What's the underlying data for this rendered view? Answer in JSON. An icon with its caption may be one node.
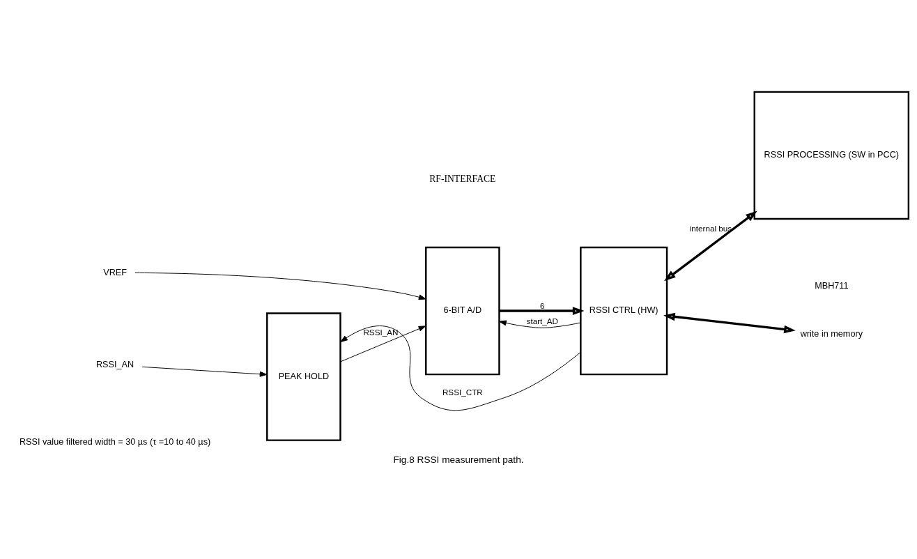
{
  "diagram": {
    "title": "RF-INTERFACE",
    "caption": "Fig.8 RSSI measurement path.",
    "nodes": [
      {
        "text": [
          "VREF"
        ]
      },
      {
        "text": [
          "RSSI_AN"
        ]
      },
      {
        "text": [
          "PEAK HOLD"
        ]
      },
      {
        "text": [
          "6-BIT A/D"
        ]
      },
      {
        "text": [
          "RSSI CTRL (HW)"
        ]
      },
      {
        "text": [
          "RSSI PROCESSING (SW in PCC)"
        ]
      },
      {
        "text": [
          "write in memory"
        ]
      }
    ],
    "edges": [
      {
        "from": 0,
        "to": 3,
        "arrow": "to"
      },
      {
        "from": 1,
        "to": 2,
        "arrow": "to"
      },
      {
        "from": 2,
        "to": 3,
        "arrow": "to",
        "label": "RSSI_AN"
      },
      {
        "from": 3,
        "to": 4,
        "arrow": "to",
        "label": "6",
        "style": "thick"
      },
      {
        "from": 4,
        "to": 5,
        "arrow": "both",
        "label": "internal bus",
        "style": "thick"
      },
      {
        "from": 4,
        "to": 6,
        "arrow": "both",
        "style": "thick"
      },
      {
        "from": 4,
        "to": 3,
        "arrow": "to",
        "label": "start_AD"
      },
      {
        "from": 4,
        "to": 2,
        "arrow": "to",
        "label": "RSSI_CTR"
      }
    ],
    "labels": [
      "RSSI value filtered width = 30 µs (τ =10 to 40 µs)",
      "MBH711"
    ]
  }
}
